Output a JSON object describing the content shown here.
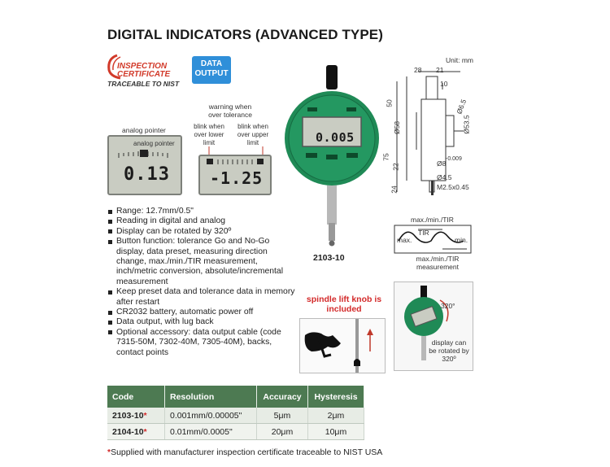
{
  "title": "DIGITAL INDICATORS (ADVANCED TYPE)",
  "certificate_logo": {
    "line1": "INSPECTION",
    "line2": "CERTIFICATE",
    "line3": "TRACEABLE TO NIST"
  },
  "badge": {
    "line1": "DATA",
    "line2": "OUTPUT"
  },
  "analog_panel": {
    "caption_outer": "analog pointer",
    "caption_inner": "analog pointer",
    "reading": "0.13"
  },
  "tolerance_panel": {
    "caption_top": "warning when over tolerance",
    "label_lower": "blink when over lower limit",
    "label_upper": "blink when over upper limit",
    "reading": "-1.25"
  },
  "gauge": {
    "display": "0.005",
    "model_label": "2103-10"
  },
  "drawing": {
    "unit": "Unit: mm",
    "dims": [
      "28",
      "21",
      "10",
      "50",
      "Ø6.5",
      "Ø53.5",
      "Ø58",
      "75",
      "22",
      "Ø8",
      "-0.009",
      "Ø4.5",
      "24",
      "M2.5x0.45"
    ]
  },
  "tir": {
    "title": "max./min./TIR",
    "max": "max.",
    "tir": "TIR",
    "min": "min.",
    "caption": "max./min./TIR measurement"
  },
  "spindle": {
    "label": "spindle lift knob is included"
  },
  "rotation": {
    "angle": "320°",
    "caption": "display can be rotated by 320º"
  },
  "features": [
    "Range: 12.7mm/0.5\"",
    "Reading in digital and analog",
    "Display can be rotated by 320º",
    "Button function: tolerance Go and No-Go display, data preset, measuring direction change, max./min./TIR measurement, inch/metric conversion, absolute/incremental measurement",
    "Keep preset data and tolerance data in memory after restart",
    "CR2032 battery, automatic power off",
    "Data output, with lug back",
    "Optional accessory: data output cable (code 7315-50M, 7302-40M, 7305-40M), backs, contact points"
  ],
  "table": {
    "headers": [
      "Code",
      "Resolution",
      "Accuracy",
      "Hysteresis"
    ],
    "rows": [
      {
        "code": "2103-10",
        "star": "*",
        "resolution": "0.001mm/0.00005\"",
        "accuracy": "5μm",
        "hysteresis": "2μm"
      },
      {
        "code": "2104-10",
        "star": "*",
        "resolution": "0.01mm/0.0005\"",
        "accuracy": "20μm",
        "hysteresis": "10μm"
      }
    ]
  },
  "footnote": {
    "star": "*",
    "text": "Supplied with manufacturer inspection certificate traceable to NIST USA"
  },
  "colors": {
    "green": "#4d7a52",
    "gauge_green": "#1f8a56",
    "badge_blue": "#2f8fd9",
    "red": "#d32a2a"
  }
}
